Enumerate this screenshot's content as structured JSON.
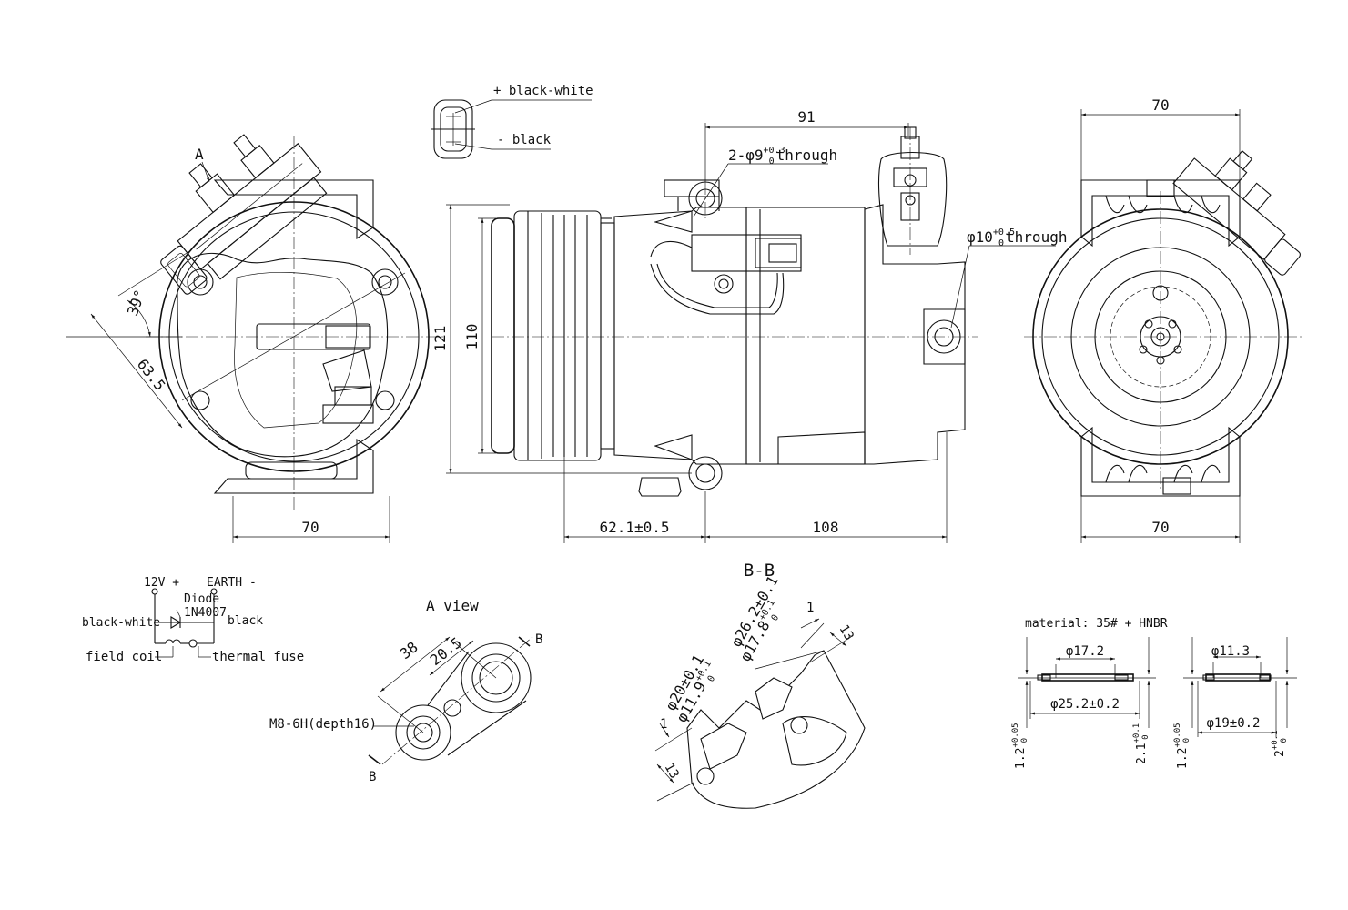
{
  "connector": {
    "plus": "+ black-white",
    "minus": "- black"
  },
  "dims": {
    "front_width_bottom": "70",
    "angle_39": "39°",
    "radius_63_5": "63.5",
    "label_a": "A",
    "length_91": "91",
    "holes_2x9": "2-φ9",
    "holes_2x9_tol_up": "+0.3",
    "holes_2x9_tol_lo": "0",
    "holes_2x9_suffix": "through",
    "hole_10": "φ10",
    "hole_10_tol_up": "+0.5",
    "hole_10_tol_lo": "0",
    "hole_10_suffix": "through",
    "height_121": "121",
    "height_110": "110",
    "len_62_1": "62.1±0.5",
    "len_108": "108",
    "rear_width_top": "70",
    "rear_width_bottom": "70"
  },
  "section_title": "B-B",
  "wiring": {
    "plus_label": "12V +",
    "earth_label": "EARTH -",
    "diode_label": "Diode",
    "diode_part": "1N4007",
    "left_wire": "black-white",
    "right_wire": "black",
    "field_coil": "field coil",
    "thermal_fuse": "thermal fuse"
  },
  "a_view": {
    "title": "A view",
    "dim_38": "38",
    "dim_20_5": "20.5",
    "thread": "M8-6H(depth16)",
    "b_top": "B",
    "b_bottom": "B"
  },
  "section_bb": {
    "d26": "φ26.2±0.1",
    "d17_8": "φ17.8",
    "d17_8_tol_up": "+0.1",
    "d17_8_tol_lo": "0",
    "d20": "φ20±0.1",
    "d11_9": "φ11.9",
    "d11_9_tol_up": "+0.1",
    "d11_9_tol_lo": "0",
    "dim_1_top": "1",
    "dim_13_top": "13",
    "dim_1_bot": "1",
    "dim_13_bot": "13"
  },
  "seals": {
    "material": "material: 35# + HNBR",
    "s1_inner": "φ17.2",
    "s1_outer": "φ25.2±0.2",
    "s1_thk": "1.2",
    "s1_thk_tol_up": "+0.05",
    "s1_thk_tol_lo": "0",
    "s1_h": "2.1",
    "s1_h_tol_up": "+0.1",
    "s1_h_tol_lo": "0",
    "s2_inner": "φ11.3",
    "s2_outer": "φ19±0.2",
    "s2_thk": "1.2",
    "s2_thk_tol_up": "+0.05",
    "s2_thk_tol_lo": "0",
    "s2_h": "2",
    "s2_h_tol_up": "+0.1",
    "s2_h_tol_lo": "0"
  }
}
